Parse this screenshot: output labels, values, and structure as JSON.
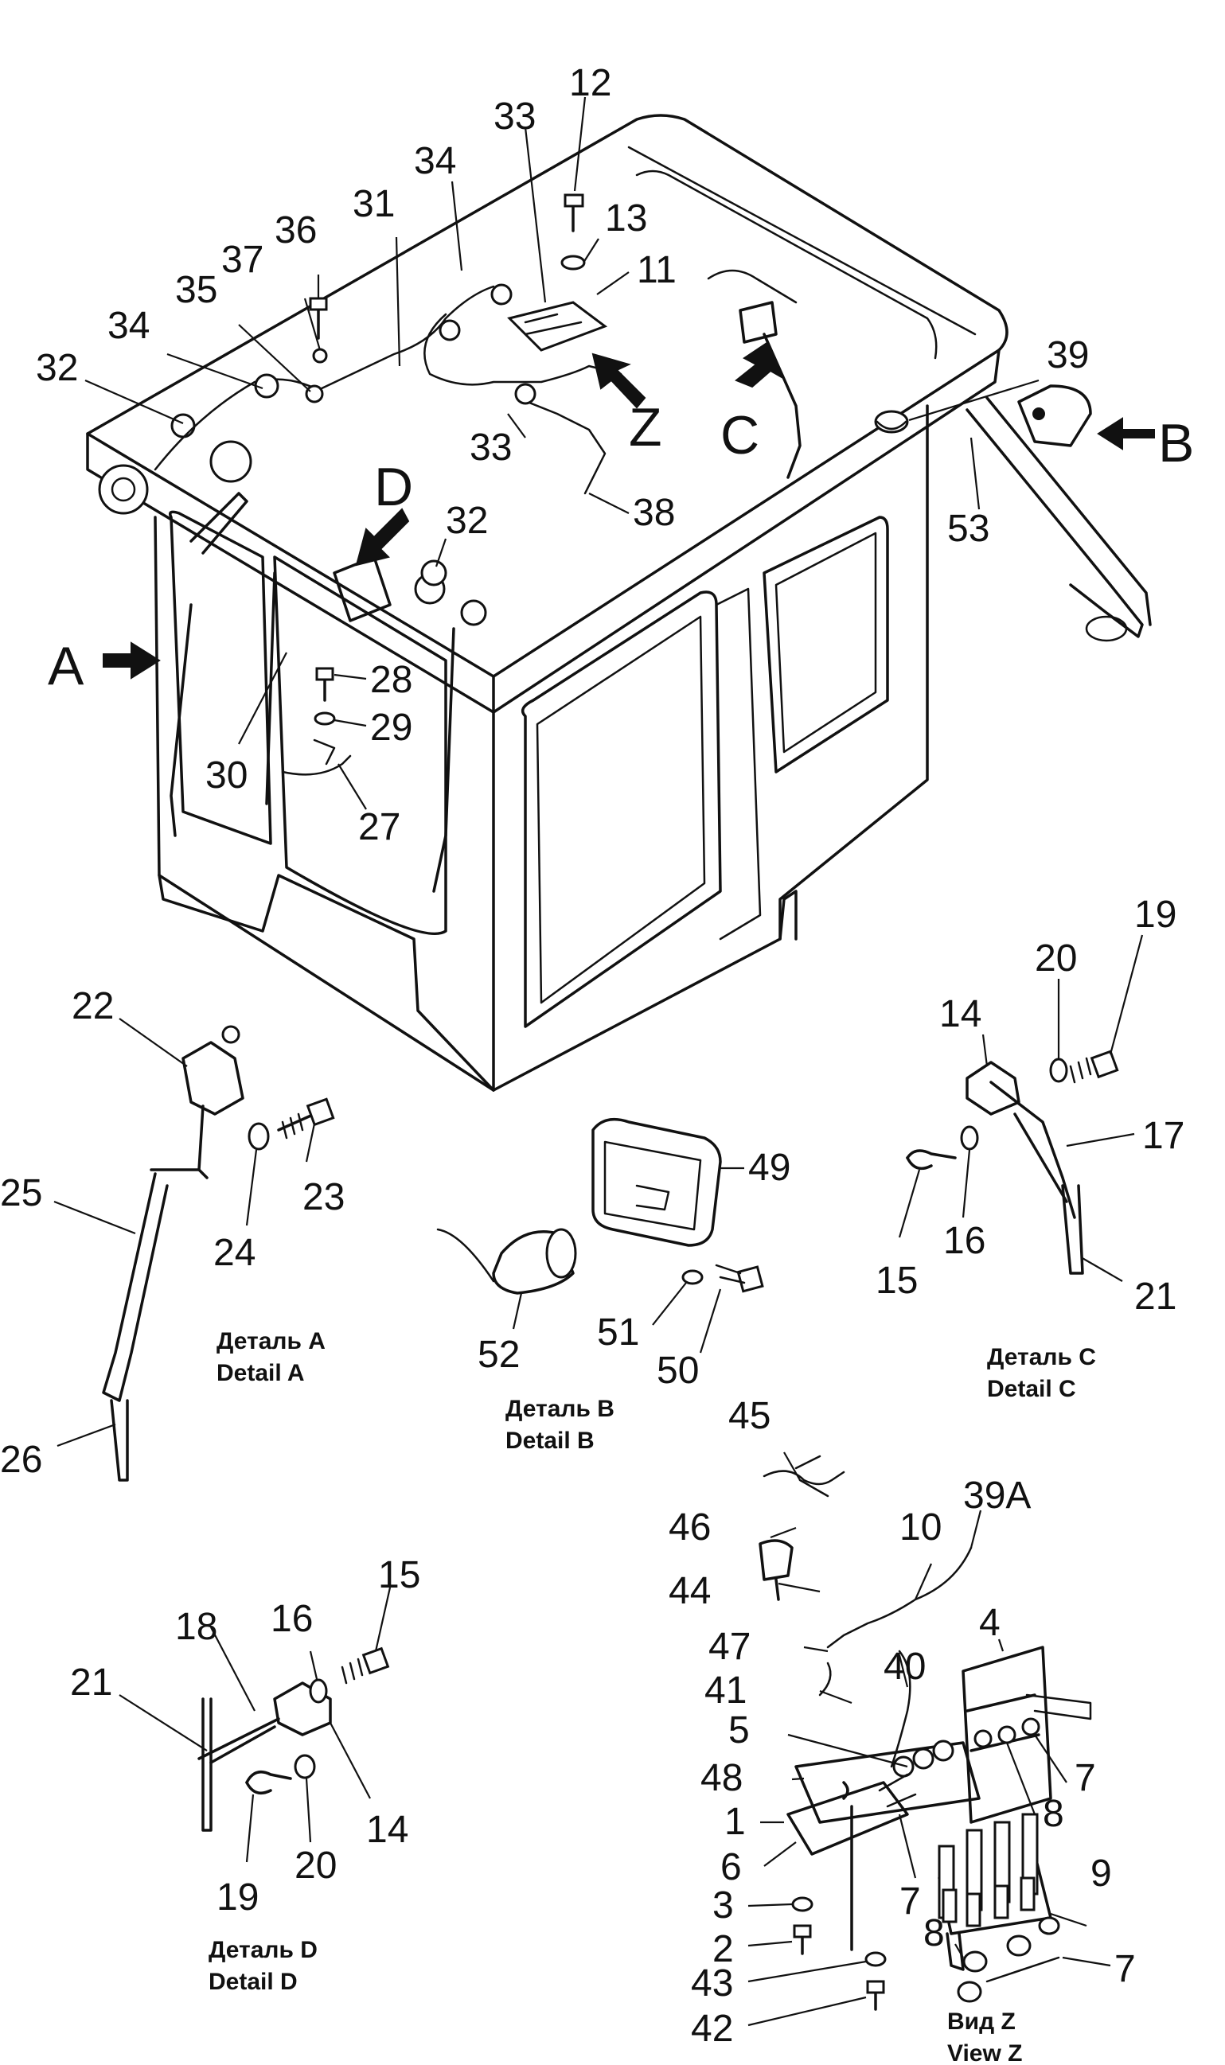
{
  "callouts": {
    "n12": "12",
    "n33a": "33",
    "n34a": "34",
    "n13": "13",
    "n31": "31",
    "n36": "36",
    "n37": "37",
    "n35": "35",
    "n11": "11",
    "n34b": "34",
    "n32a": "32",
    "n39": "39",
    "n33b": "33",
    "n38": "38",
    "n53": "53",
    "n32b": "32",
    "n28": "28",
    "n29": "29",
    "n30": "30",
    "n27": "27",
    "n22": "22",
    "n23": "23",
    "n24": "24",
    "n25": "25",
    "n26": "26",
    "n49": "49",
    "n52": "52",
    "n51": "51",
    "n50": "50",
    "n19a": "19",
    "n20a": "20",
    "n14a": "14",
    "n17": "17",
    "n15a": "15",
    "n16a": "16",
    "n21a": "21",
    "n45": "45",
    "n46": "46",
    "n39A": "39A",
    "n10": "10",
    "n44": "44",
    "n4": "4",
    "n47": "47",
    "n40": "40",
    "n41": "41",
    "n5": "5",
    "n48": "48",
    "n7a": "7",
    "n8a": "8",
    "n1": "1",
    "n6": "6",
    "n7b": "7",
    "n9": "9",
    "n3": "3",
    "n2": "2",
    "n8b": "8",
    "n7c": "7",
    "n43": "43",
    "n42": "42",
    "n15b": "15",
    "n16b": "16",
    "n18": "18",
    "n21b": "21",
    "n14b": "14",
    "n19b": "19",
    "n20b": "20"
  },
  "view_letters": {
    "A": "A",
    "B": "B",
    "C": "C",
    "D": "D",
    "Z": "Z"
  },
  "captions": {
    "detail_a_ru": "Деталь А",
    "detail_a_en": "Detail A",
    "detail_b_ru": "Деталь В",
    "detail_b_en": "Detail B",
    "detail_c_ru": "Деталь С",
    "detail_c_en": "Detail C",
    "detail_d_ru": "Деталь D",
    "detail_d_en": "Detail D",
    "view_z_ru": "Вид Z",
    "view_z_en": "View Z"
  }
}
